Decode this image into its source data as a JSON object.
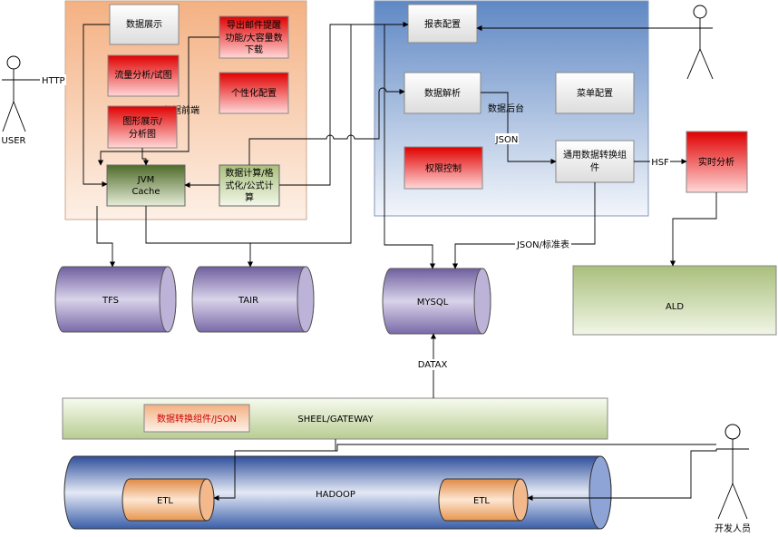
{
  "regions": {
    "frontend": {
      "title": "数据前端"
    },
    "backend": {
      "title": "数据后台"
    }
  },
  "frontend_boxes": {
    "data_display": "数据展示",
    "export_line1": "导出邮件提醒",
    "export_line2": "功能/大容量数",
    "export_line3": "下载",
    "traffic_analysis": "流量分析/试图",
    "personalized_config": "个性化配置",
    "graph_line1": "图形展示/",
    "graph_line2": "分析图",
    "jvm_line1": "JVM",
    "jvm_line2": "Cache",
    "calc_line1": "数据计算/格",
    "calc_line2": "式化/公式计",
    "calc_line3": "算"
  },
  "backend_boxes": {
    "report_config": "报表配置",
    "data_parse": "数据解析",
    "menu_config": "菜单配置",
    "permission": "权限控制",
    "converter_line1": "通用数据转换组",
    "converter_line2": "件"
  },
  "realtime": "实时分析",
  "ald": "ALD",
  "storage": {
    "tfs": "TFS",
    "tair": "TAIR",
    "mysql": "MYSQL"
  },
  "gateway": {
    "label": "SHEEL/GATEWAY",
    "component": "数据转换组件/JSON"
  },
  "hadoop": {
    "label": "HADOOP",
    "etl_left": "ETL",
    "etl_right": "ETL"
  },
  "actors": {
    "user": "USER",
    "developer": "开发人员"
  },
  "edge_labels": {
    "http": "HTTP",
    "json": "JSON",
    "hsf": "HSF",
    "json_std": "JSON/标准表",
    "datax": "DATAX"
  },
  "colors": {
    "red": "#e00000",
    "green_box": "#8aa35a",
    "orange_panel": "#f4b183",
    "blue_panel": "#6e95cc",
    "purple_cyl": "#8c7fb0",
    "blue_cyl": "#3a5ea8"
  }
}
